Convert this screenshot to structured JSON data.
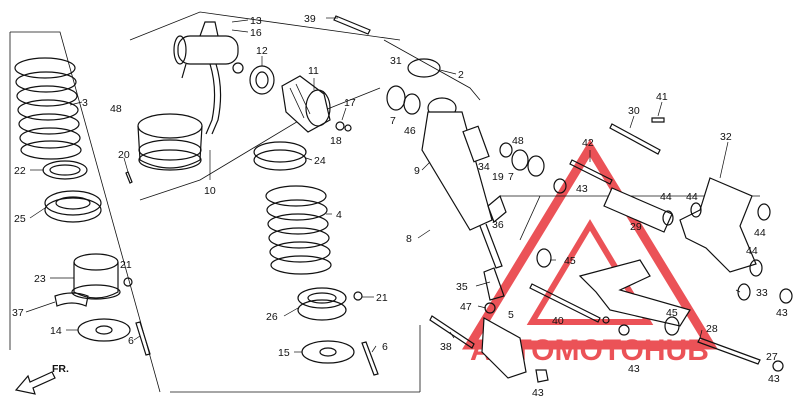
{
  "diagram": {
    "callouts": [
      {
        "id": "n3",
        "text": "3"
      },
      {
        "id": "n22",
        "text": "22"
      },
      {
        "id": "n25",
        "text": "25"
      },
      {
        "id": "n20",
        "text": "20"
      },
      {
        "id": "n23",
        "text": "23"
      },
      {
        "id": "n21a",
        "text": "21"
      },
      {
        "id": "n37",
        "text": "37"
      },
      {
        "id": "n14",
        "text": "14"
      },
      {
        "id": "n6a",
        "text": "6"
      },
      {
        "id": "n48a",
        "text": "48"
      },
      {
        "id": "n10",
        "text": "10"
      },
      {
        "id": "n13",
        "text": "13"
      },
      {
        "id": "n16",
        "text": "16"
      },
      {
        "id": "n12",
        "text": "12"
      },
      {
        "id": "n11",
        "text": "11"
      },
      {
        "id": "n17",
        "text": "17"
      },
      {
        "id": "n18",
        "text": "18"
      },
      {
        "id": "n24",
        "text": "24"
      },
      {
        "id": "n4",
        "text": "4"
      },
      {
        "id": "n26",
        "text": "26"
      },
      {
        "id": "n21b",
        "text": "21"
      },
      {
        "id": "n15",
        "text": "15"
      },
      {
        "id": "n6b",
        "text": "6"
      },
      {
        "id": "n39",
        "text": "39"
      },
      {
        "id": "n31",
        "text": "31"
      },
      {
        "id": "n2",
        "text": "2"
      },
      {
        "id": "n7a",
        "text": "7"
      },
      {
        "id": "n46",
        "text": "46"
      },
      {
        "id": "n9",
        "text": "9"
      },
      {
        "id": "n8",
        "text": "8"
      },
      {
        "id": "n34",
        "text": "34"
      },
      {
        "id": "n48b",
        "text": "48"
      },
      {
        "id": "n19",
        "text": "19"
      },
      {
        "id": "n7b",
        "text": "7"
      },
      {
        "id": "n36",
        "text": "36"
      },
      {
        "id": "n35",
        "text": "35"
      },
      {
        "id": "n47",
        "text": "47"
      },
      {
        "id": "n5",
        "text": "5"
      },
      {
        "id": "n38",
        "text": "38"
      },
      {
        "id": "n43a",
        "text": "43"
      },
      {
        "id": "n30",
        "text": "30"
      },
      {
        "id": "n41",
        "text": "41"
      },
      {
        "id": "n42",
        "text": "42"
      },
      {
        "id": "n43b",
        "text": "43"
      },
      {
        "id": "n32",
        "text": "32"
      },
      {
        "id": "n44a",
        "text": "44"
      },
      {
        "id": "n44b",
        "text": "44"
      },
      {
        "id": "n44c",
        "text": "44"
      },
      {
        "id": "n29",
        "text": "29"
      },
      {
        "id": "n44d",
        "text": "44"
      },
      {
        "id": "n45a",
        "text": "45"
      },
      {
        "id": "n33",
        "text": "33"
      },
      {
        "id": "n43c",
        "text": "43"
      },
      {
        "id": "n40",
        "text": "40"
      },
      {
        "id": "n45b",
        "text": "45"
      },
      {
        "id": "n28",
        "text": "28"
      },
      {
        "id": "n27",
        "text": "27"
      },
      {
        "id": "n43d",
        "text": "43"
      },
      {
        "id": "n43e",
        "text": "43"
      }
    ],
    "front_label": "FR.",
    "watermark": "AUTOMOTOHUB",
    "colors": {
      "line": "#111111",
      "watermark_red": "#e8353a",
      "watermark_dark": "#2a2a2a"
    }
  }
}
